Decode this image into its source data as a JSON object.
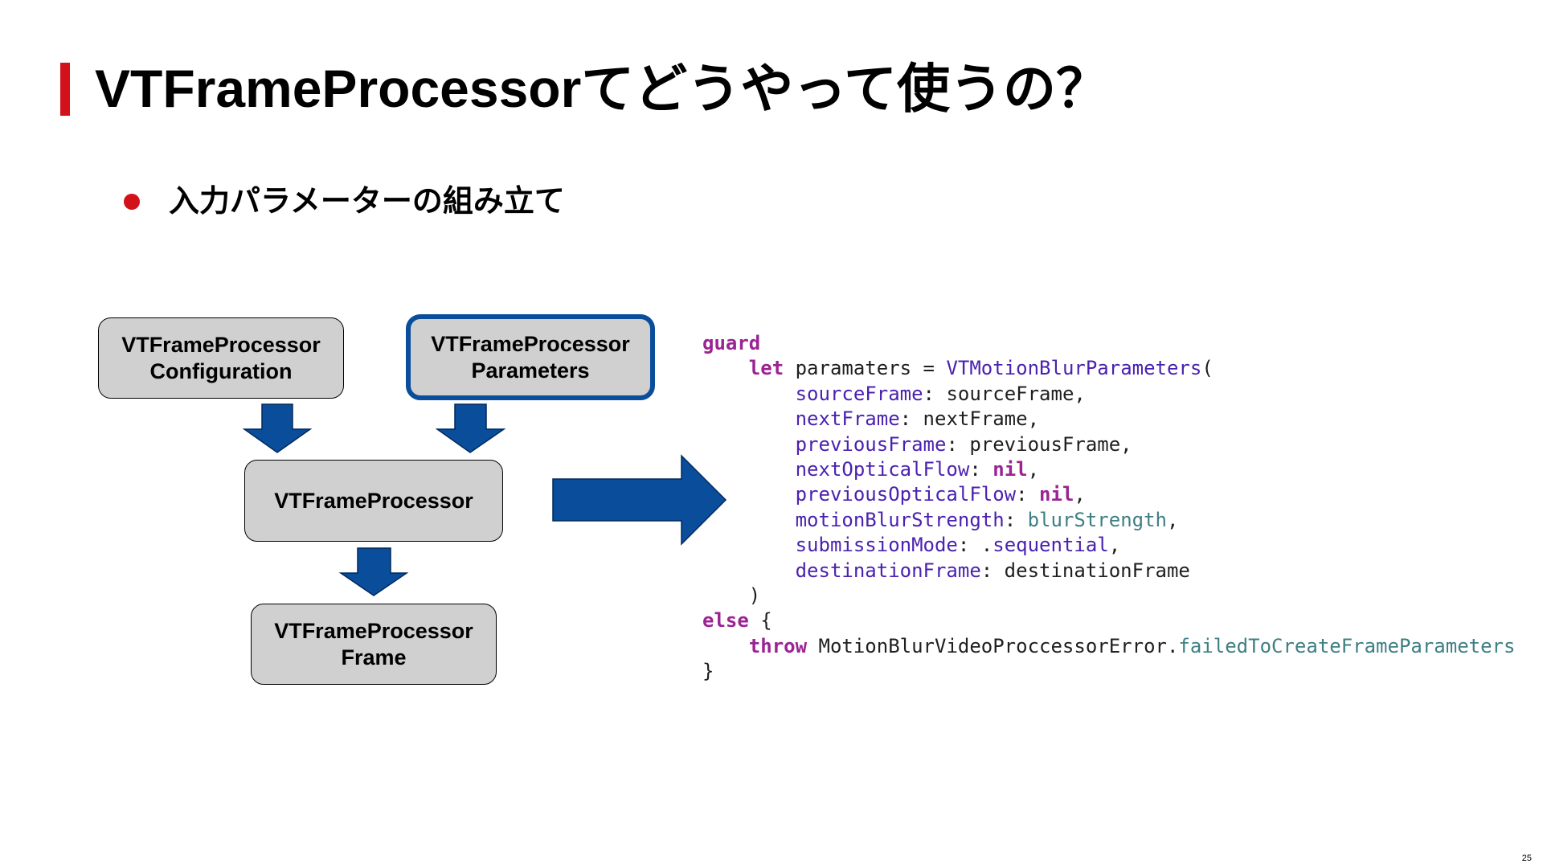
{
  "slide": {
    "title": "VTFrameProcessorてどうやって使うの？",
    "bullet": "入力パラメーターの組み立て",
    "page_number": "25",
    "accent_color": "#d3111b"
  },
  "diagram": {
    "arrow_color": "#0a4e9b",
    "boxes": [
      {
        "id": "configuration",
        "line1": "VTFrameProcessor",
        "line2": "Configuration",
        "highlighted": false
      },
      {
        "id": "parameters",
        "line1": "VTFrameProcessor",
        "line2": "Parameters",
        "highlighted": true
      },
      {
        "id": "processor",
        "line1": "VTFrameProcessor",
        "highlighted": false
      },
      {
        "id": "frame",
        "line1": "VTFrameProcessor",
        "line2": "Frame",
        "highlighted": false
      }
    ]
  },
  "code": {
    "lines": [
      [
        {
          "t": "guard",
          "c": "kw"
        }
      ],
      [
        {
          "t": "    "
        },
        {
          "t": "let",
          "c": "kw"
        },
        {
          "t": " paramaters = "
        },
        {
          "t": "VTMotionBlurParameters",
          "c": "ty"
        },
        {
          "t": "("
        }
      ],
      [
        {
          "t": "        "
        },
        {
          "t": "sourceFrame",
          "c": "ty"
        },
        {
          "t": ": sourceFrame,"
        }
      ],
      [
        {
          "t": "        "
        },
        {
          "t": "nextFrame",
          "c": "ty"
        },
        {
          "t": ": nextFrame,"
        }
      ],
      [
        {
          "t": "        "
        },
        {
          "t": "previousFrame",
          "c": "ty"
        },
        {
          "t": ": previousFrame,"
        }
      ],
      [
        {
          "t": "        "
        },
        {
          "t": "nextOpticalFlow",
          "c": "ty"
        },
        {
          "t": ": "
        },
        {
          "t": "nil",
          "c": "kw"
        },
        {
          "t": ","
        }
      ],
      [
        {
          "t": "        "
        },
        {
          "t": "previousOpticalFlow",
          "c": "ty"
        },
        {
          "t": ": "
        },
        {
          "t": "nil",
          "c": "kw"
        },
        {
          "t": ","
        }
      ],
      [
        {
          "t": "        "
        },
        {
          "t": "motionBlurStrength",
          "c": "ty"
        },
        {
          "t": ": "
        },
        {
          "t": "blurStrength",
          "c": "pr"
        },
        {
          "t": ","
        }
      ],
      [
        {
          "t": "        "
        },
        {
          "t": "submissionMode",
          "c": "ty"
        },
        {
          "t": ": ."
        },
        {
          "t": "sequential",
          "c": "ty"
        },
        {
          "t": ","
        }
      ],
      [
        {
          "t": "        "
        },
        {
          "t": "destinationFrame",
          "c": "ty"
        },
        {
          "t": ": destinationFrame"
        }
      ],
      [
        {
          "t": "    )"
        }
      ],
      [
        {
          "t": "else",
          "c": "kw"
        },
        {
          "t": " {"
        }
      ],
      [
        {
          "t": "    "
        },
        {
          "t": "throw",
          "c": "kw"
        },
        {
          "t": " MotionBlurVideoProccessorError."
        },
        {
          "t": "failedToCreateFrameParameters",
          "c": "pr"
        }
      ],
      [
        {
          "t": "}"
        }
      ]
    ]
  }
}
